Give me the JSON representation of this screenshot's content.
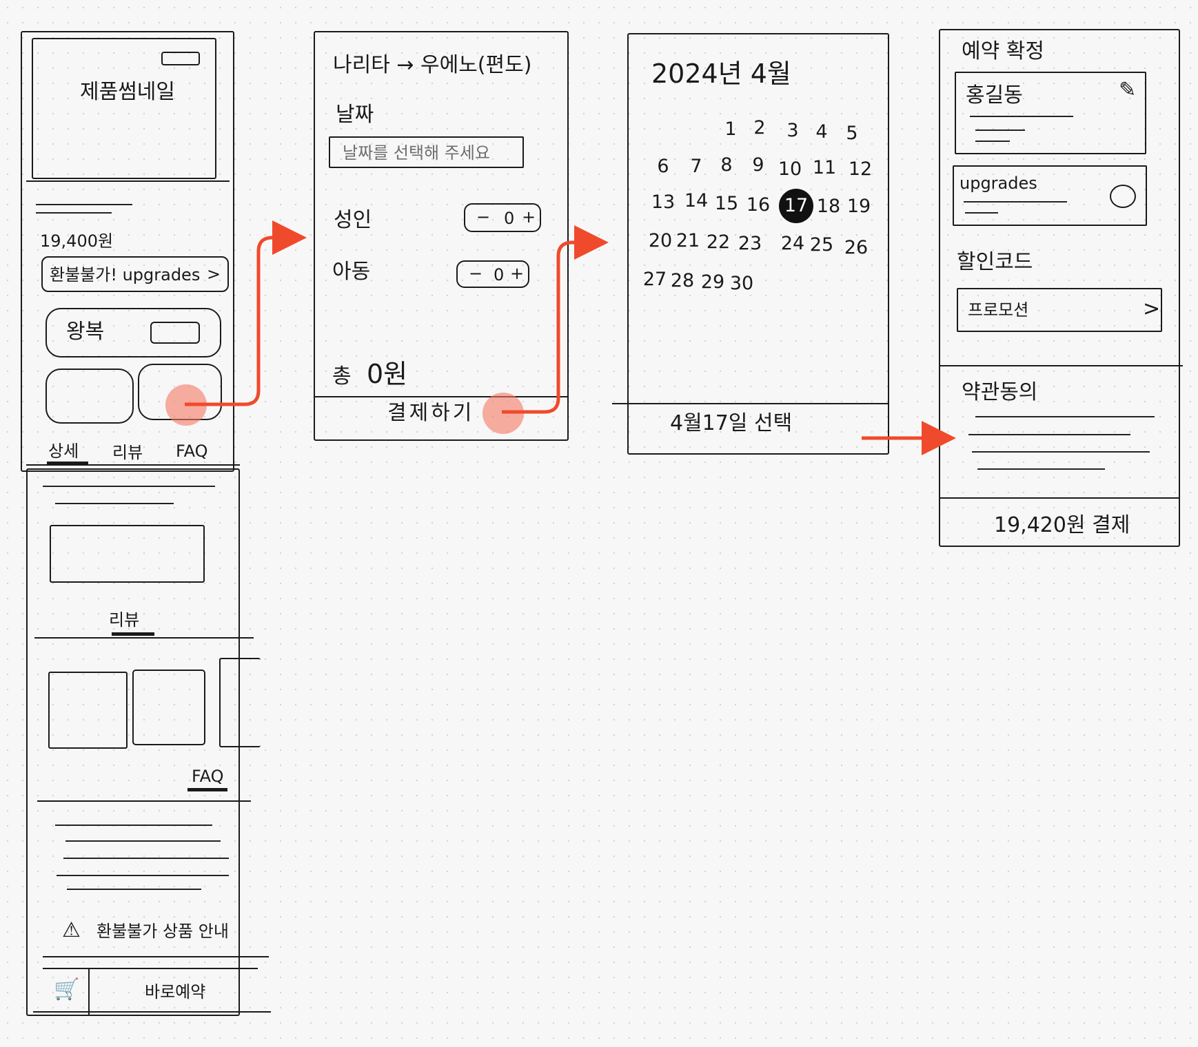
{
  "screen1": {
    "thumbnail_label": "제품썸네일",
    "price": "19,400원",
    "upgrade_banner": "환불불가! upgrades",
    "upgrade_chevron": ">",
    "trip_type": "왕복",
    "tabs": [
      "상세",
      "리뷰",
      "FAQ"
    ],
    "review_heading": "리뷰",
    "faq_heading": "FAQ",
    "warning_notice": "환불불가 상품 안내",
    "book_now_button": "바로예약"
  },
  "screen2": {
    "route_title": "나리타 → 우에노(편도)",
    "date_label": "날짜",
    "date_placeholder": "날짜를 선택해 주세요",
    "adult_label": "성인",
    "child_label": "아동",
    "stepper": {
      "minus": "−",
      "value": "0",
      "plus": "+"
    },
    "total_label": "총",
    "total_value": "0원",
    "pay_button": "결제하기"
  },
  "screen3": {
    "month_title": "2024년 4월",
    "days": [
      "1",
      "2",
      "3",
      "4",
      "5",
      "6",
      "7",
      "8",
      "9",
      "10",
      "11",
      "12",
      "13",
      "14",
      "15",
      "16",
      "17",
      "18",
      "19",
      "20",
      "21",
      "22",
      "23",
      "24",
      "25",
      "26",
      "27",
      "28",
      "29",
      "30"
    ],
    "selected_day": "17",
    "select_button": "4월17일 선택"
  },
  "screen4": {
    "title": "예약 확정",
    "booker_name": "홍길동",
    "upgrades_label": "upgrades",
    "discount_heading": "할인코드",
    "promotion_item": "프로모션",
    "promotion_chevron": ">",
    "terms_heading": "약관동의",
    "pay_total_button": "19,420원 결제"
  },
  "colors": {
    "flow_arrow": "#f04a2c",
    "tap_marker": "#f57864",
    "ink": "#1a1a1a"
  }
}
